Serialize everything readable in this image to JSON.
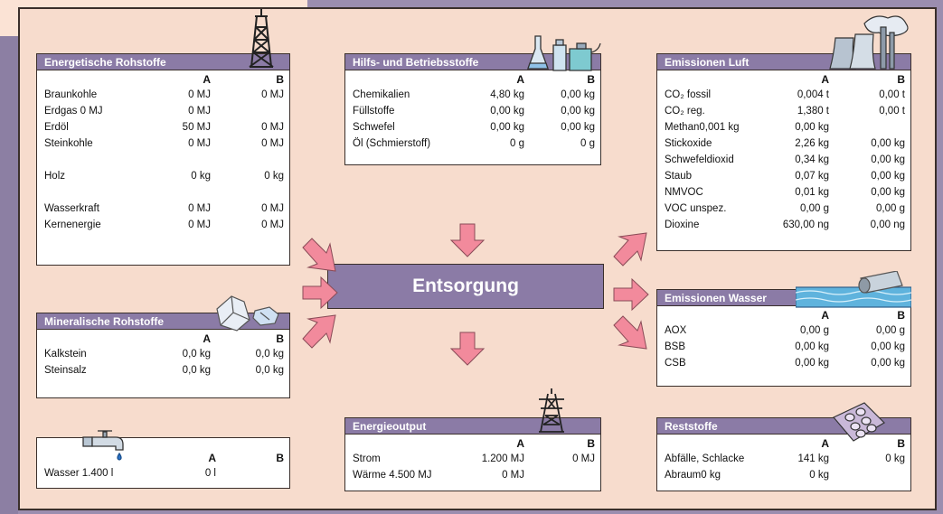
{
  "colors": {
    "background": "#f7dccd",
    "header": "#8b7ba6",
    "arrow": "#f28a9c",
    "frame": "#9b8daf"
  },
  "center": {
    "label": "Entsorgung"
  },
  "energetisch": {
    "title": "Energetische Rohstoffe",
    "col_a": "A",
    "col_b": "B",
    "rows": [
      {
        "label": "Braunkohle",
        "a": "0 MJ",
        "b": "0 MJ"
      },
      {
        "label": "Erdgas 0 MJ",
        "a": "0 MJ",
        "b": ""
      },
      {
        "label": "Erdöl",
        "a": "50 MJ",
        "b": "0 MJ"
      },
      {
        "label": "Steinkohle",
        "a": "0 MJ",
        "b": "0 MJ"
      },
      {
        "label": "Holz",
        "a": "0 kg",
        "b": "0 kg"
      },
      {
        "label": "Wasserkraft",
        "a": "0 MJ",
        "b": "0 MJ"
      },
      {
        "label": "Kernenergie",
        "a": "0 MJ",
        "b": "0 MJ"
      }
    ]
  },
  "mineralisch": {
    "title": "Mineralische Rohstoffe",
    "col_a": "A",
    "col_b": "B",
    "rows": [
      {
        "label": "Kalkstein",
        "a": "0,0 kg",
        "b": "0,0 kg"
      },
      {
        "label": "Steinsalz",
        "a": "0,0 kg",
        "b": "0,0 kg"
      }
    ]
  },
  "wasser": {
    "col_a": "A",
    "col_b": "B",
    "rows": [
      {
        "label": "Wasser 1.400 l",
        "a": "0 l",
        "b": ""
      }
    ]
  },
  "hilfs": {
    "title": "Hilfs- und Betriebsstoffe",
    "col_a": "A",
    "col_b": "B",
    "rows": [
      {
        "label": "Chemikalien",
        "a": "4,80 kg",
        "b": "0,00 kg"
      },
      {
        "label": "Füllstoffe",
        "a": "0,00 kg",
        "b": "0,00 kg"
      },
      {
        "label": "Schwefel",
        "a": "0,00 kg",
        "b": "0,00 kg"
      },
      {
        "label": "Öl (Schmierstoff)",
        "a": "0 g",
        "b": "0 g"
      }
    ]
  },
  "energieoutput": {
    "title": "Energieoutput",
    "col_a": "A",
    "col_b": "B",
    "rows": [
      {
        "label": "Strom",
        "a": "1.200 MJ",
        "b": "0 MJ"
      },
      {
        "label": "Wärme 4.500 MJ",
        "a": "0 MJ",
        "b": ""
      }
    ]
  },
  "luft": {
    "title": "Emissionen Luft",
    "col_a": "A",
    "col_b": "B",
    "rows": [
      {
        "label": "CO₂ fossil",
        "a": "0,004 t",
        "b": "0,00 t"
      },
      {
        "label": "CO₂ reg.",
        "a": "1,380 t",
        "b": "0,00 t"
      },
      {
        "label": "Methan0,001 kg",
        "a": "0,00 kg",
        "b": ""
      },
      {
        "label": "Stickoxide",
        "a": "2,26 kg",
        "b": "0,00 kg"
      },
      {
        "label": "Schwefeldioxid",
        "a": "0,34 kg",
        "b": "0,00 kg"
      },
      {
        "label": "Staub",
        "a": "0,07 kg",
        "b": "0,00 kg"
      },
      {
        "label": "NMVOC",
        "a": "0,01 kg",
        "b": "0,00 kg"
      },
      {
        "label": "VOC unspez.",
        "a": "0,00 g",
        "b": "0,00 g"
      },
      {
        "label": "Dioxine",
        "a": "630,00 ng",
        "b": "0,00 ng"
      }
    ]
  },
  "emwasser": {
    "title": "Emissionen Wasser",
    "col_a": "A",
    "col_b": "B",
    "rows": [
      {
        "label": "AOX",
        "a": "0,00 g",
        "b": "0,00 g"
      },
      {
        "label": "BSB",
        "a": "0,00 kg",
        "b": "0,00 kg"
      },
      {
        "label": "CSB",
        "a": "0,00 kg",
        "b": "0,00 kg"
      }
    ]
  },
  "reststoffe": {
    "title": "Reststoffe",
    "col_a": "A",
    "col_b": "B",
    "rows": [
      {
        "label": "Abfälle, Schlacke",
        "a": "141 kg",
        "b": "0 kg"
      },
      {
        "label": "Abraum0 kg",
        "a": "0 kg",
        "b": ""
      }
    ]
  }
}
